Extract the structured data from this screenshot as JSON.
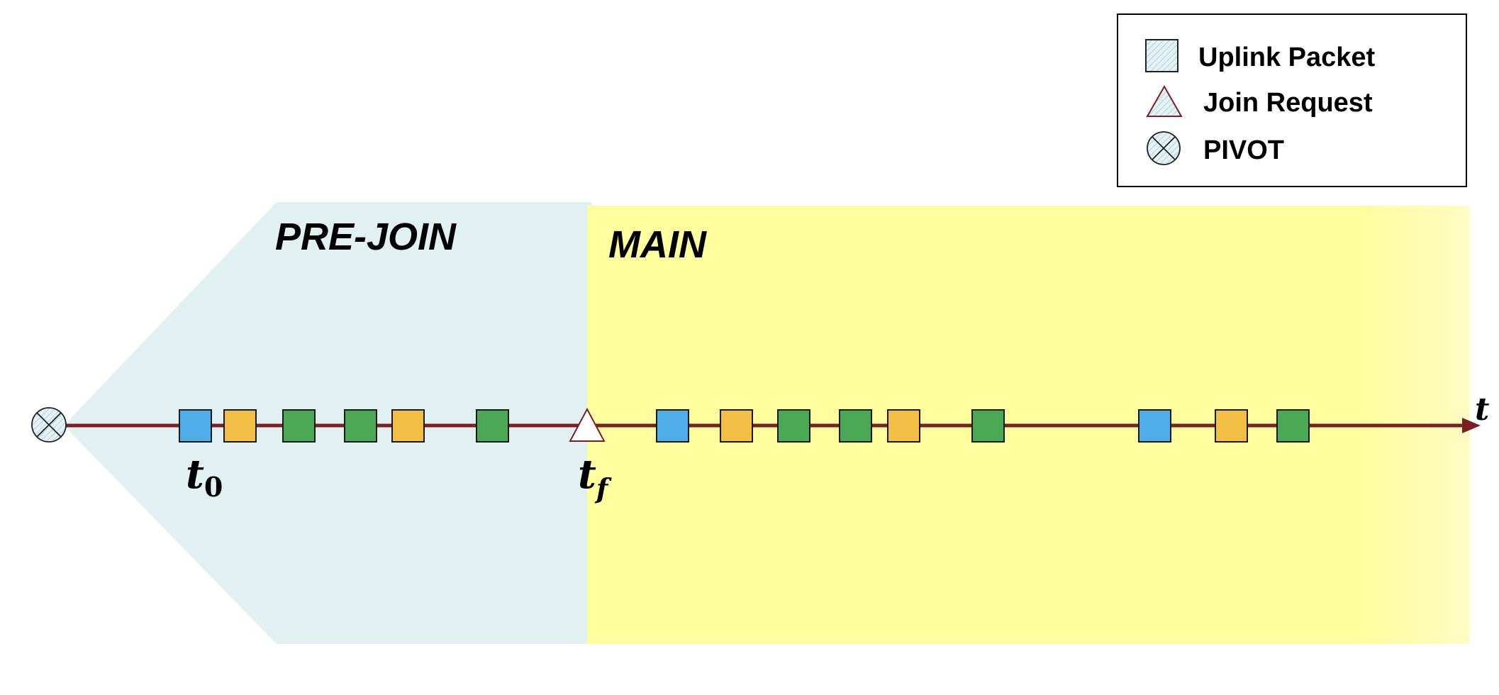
{
  "phases": {
    "pre_join": "PRE-JOIN",
    "main": "MAIN"
  },
  "legend": {
    "uplink_packet": "Uplink Packet",
    "join_request": "Join Request",
    "pivot": "PIVOT"
  },
  "axis": {
    "label": "t",
    "t0_base": "t",
    "t0_sub": "0",
    "tf_base": "t",
    "tf_sub": "f"
  },
  "colors": {
    "blue": "#4faee9",
    "orange": "#f3be44",
    "green": "#4ba956",
    "timeline": "#7a1f24",
    "prejoin_bg": "#e1f0f1",
    "main_bg": "#fffd9e"
  },
  "packets": {
    "pre_join": [
      "blue",
      "orange",
      "green",
      "green",
      "orange",
      "green"
    ],
    "main": [
      "blue",
      "orange",
      "green",
      "green",
      "orange",
      "green",
      "blue",
      "orange",
      "green"
    ]
  }
}
